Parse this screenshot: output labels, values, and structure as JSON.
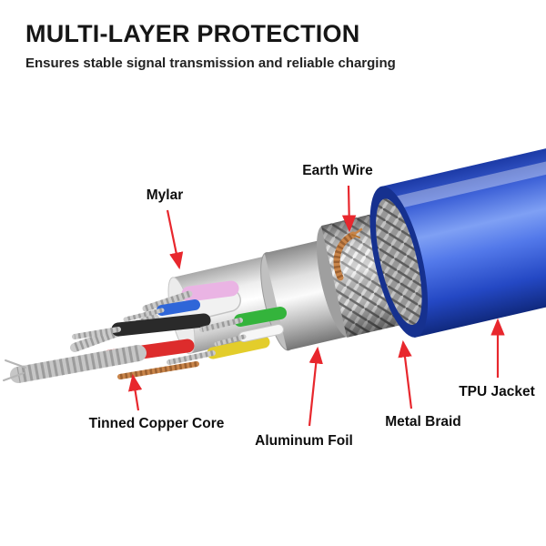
{
  "header": {
    "title": "MULTI-LAYER PROTECTION",
    "subtitle": "Ensures stable signal transmission and reliable charging"
  },
  "labels": {
    "mylar": "Mylar",
    "earth_wire": "Earth Wire",
    "tpu_jacket": "TPU Jacket",
    "metal_braid": "Metal Braid",
    "aluminum_foil": "Aluminum Foil",
    "tinned_copper_core": "Tinned Copper Core"
  },
  "colors": {
    "background": "#ffffff",
    "arrow_red": "#e8272d",
    "jacket_blue": "#4a6ce6",
    "copper": "#c9854a",
    "title_text": "#161616"
  }
}
